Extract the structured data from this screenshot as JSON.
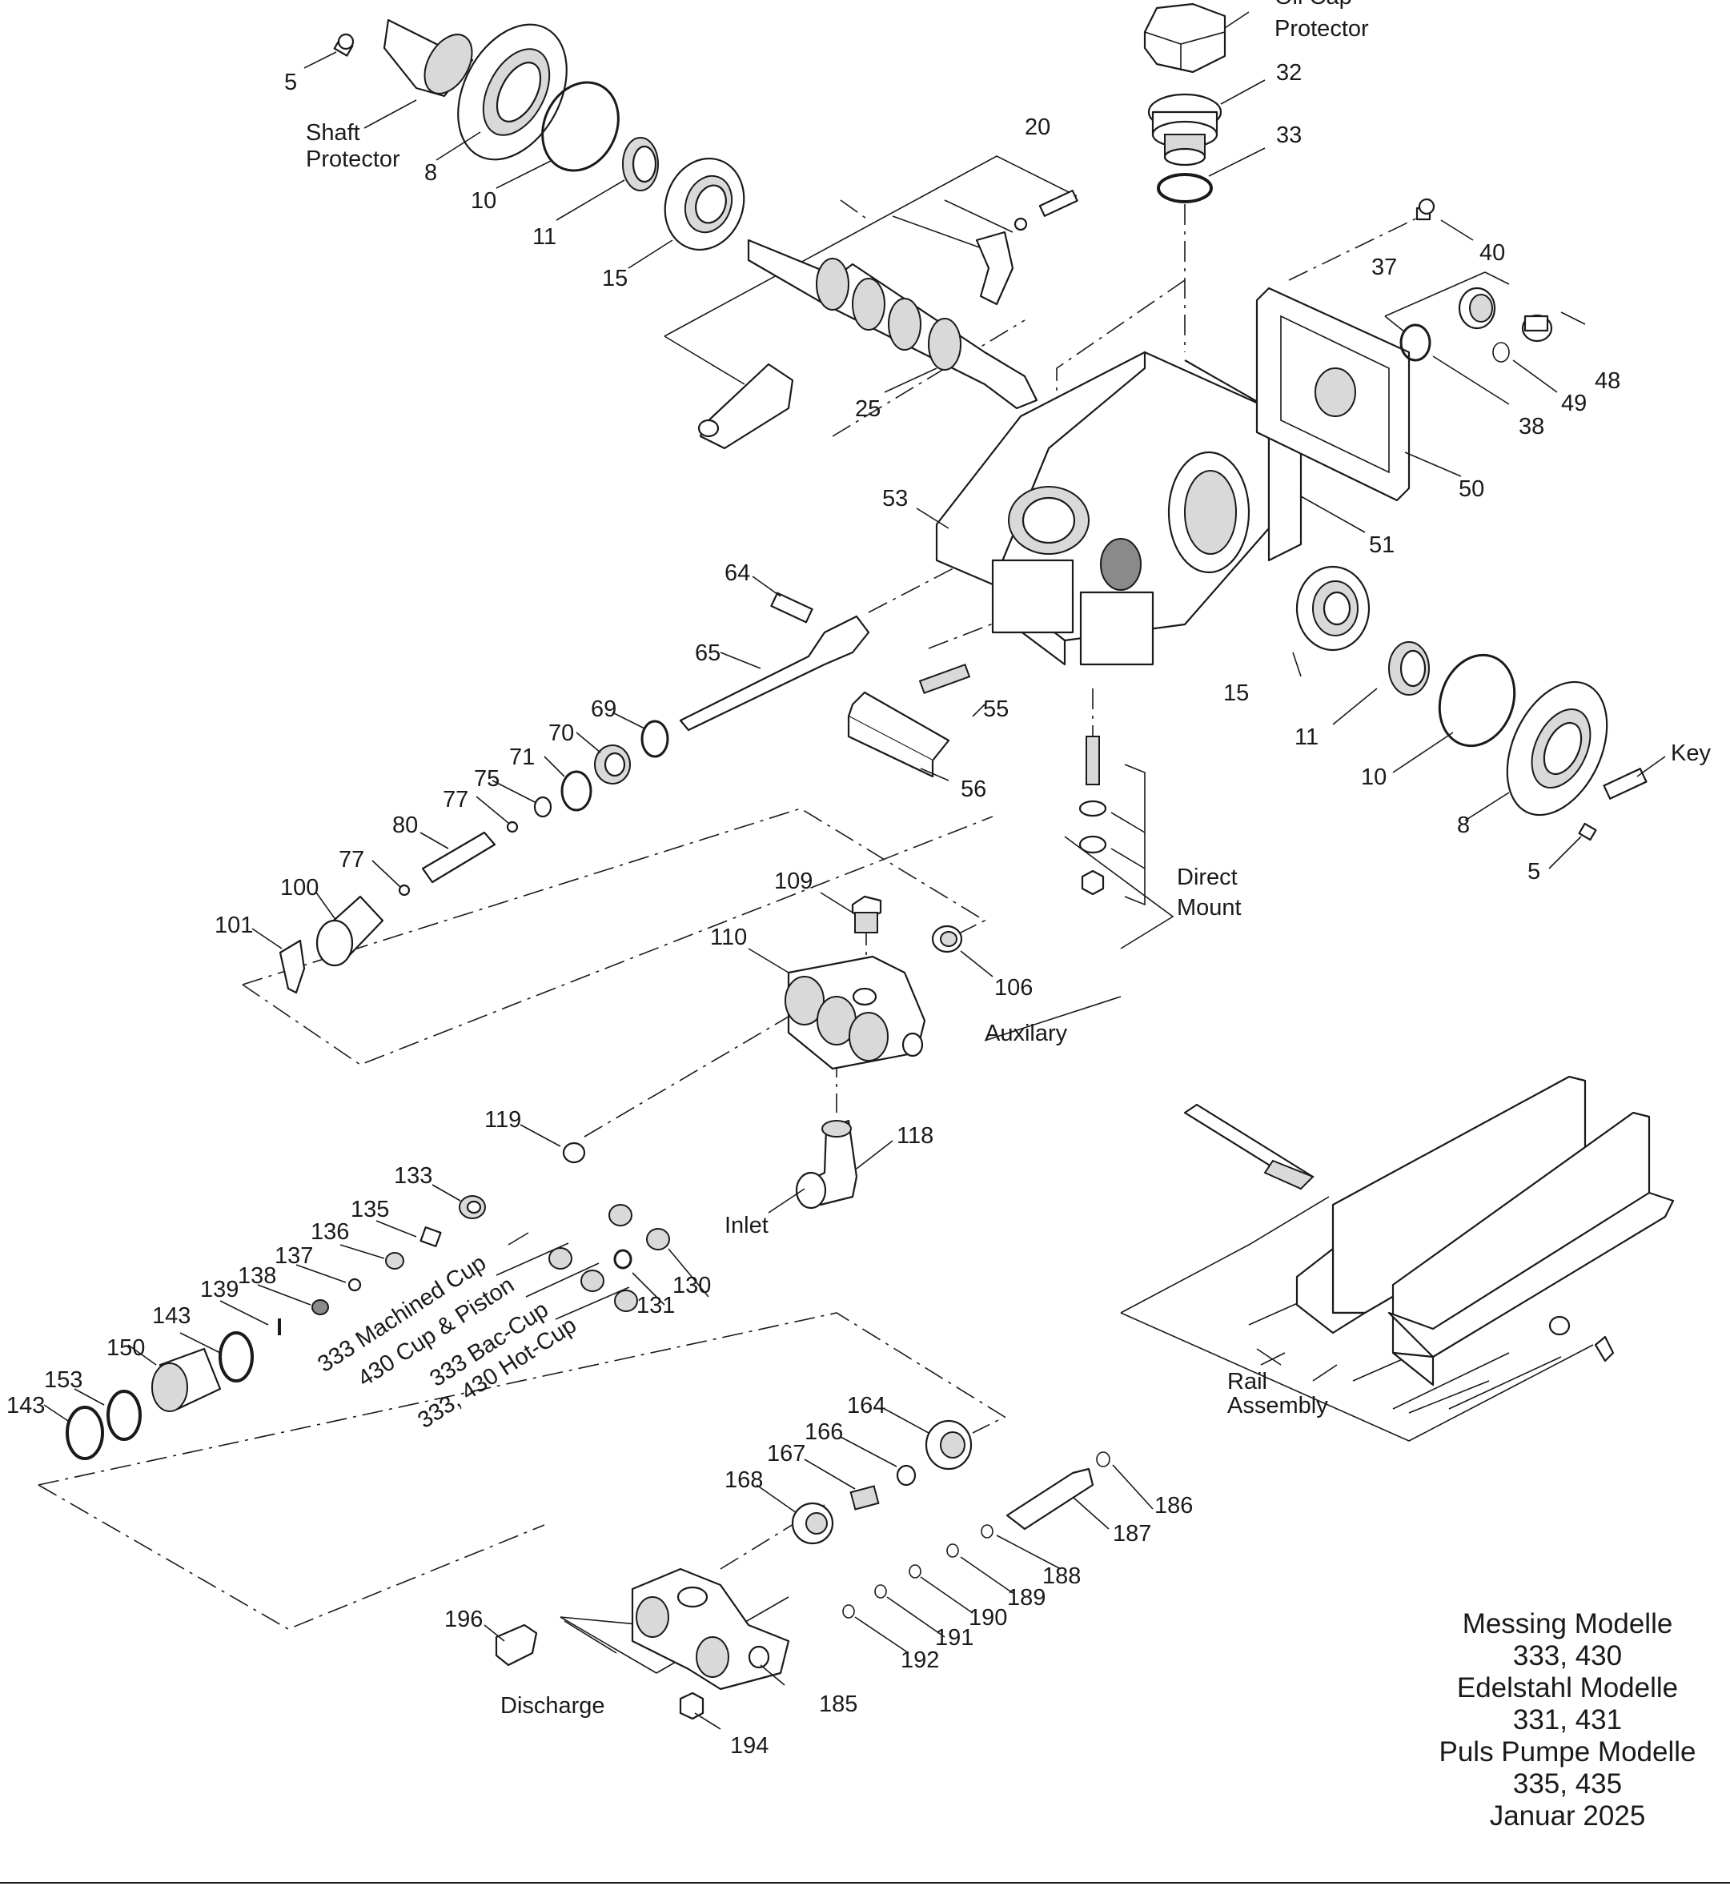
{
  "labels": {
    "p5a": "5",
    "shaft_protector_1": "Shaft",
    "shaft_protector_2": "Protector",
    "p8a": "8",
    "p10a": "10",
    "p11a": "11",
    "p15a": "15",
    "p20": "20",
    "p25": "25",
    "oil_cap_1": "Oil Cap",
    "oil_cap_2": "Protector",
    "p32": "32",
    "p33": "33",
    "p37": "37",
    "p38": "38",
    "p40": "40",
    "p48": "48",
    "p49": "49",
    "p50": "50",
    "p51": "51",
    "p53": "53",
    "p55": "55",
    "p56": "56",
    "p64": "64",
    "p65": "65",
    "p69": "69",
    "p70": "70",
    "p71": "71",
    "p75": "75",
    "p77a": "77",
    "p77b": "77",
    "p80": "80",
    "p100": "100",
    "p101": "101",
    "p15b": "15",
    "p11b": "11",
    "p10b": "10",
    "p8b": "8",
    "p5b": "5",
    "key": "Key",
    "direct_mount_1": "Direct",
    "direct_mount_2": "Mount",
    "p109": "109",
    "p110": "110",
    "p106": "106",
    "auxilary": "Auxilary",
    "p119": "119",
    "p118": "118",
    "inlet": "Inlet",
    "p133": "133",
    "p135": "135",
    "p136": "136",
    "p137": "137",
    "p138": "138",
    "p139": "139",
    "p143a": "143",
    "p150": "150",
    "p153": "153",
    "p143b": "143",
    "p130": "130",
    "p131": "131",
    "cup_machined": "333 Machined Cup",
    "cup_piston": "430 Cup & Piston",
    "bac_cup": "333 Bac-Cup",
    "hot_cup": "333, 430 Hot-Cup",
    "rail_1": "Rail",
    "rail_2": "Assembly",
    "p164": "164",
    "p166": "166",
    "p167": "167",
    "p168": "168",
    "p186": "186",
    "p187": "187",
    "p188": "188",
    "p189": "189",
    "p190": "190",
    "p191": "191",
    "p192": "192",
    "p196": "196",
    "discharge": "Discharge",
    "p185": "185",
    "p194": "194"
  },
  "models": {
    "line1": "Messing Modelle",
    "line2": "333, 430",
    "line3": "Edelstahl Modelle",
    "line4": "331, 431",
    "line5": "Puls Pumpe Modelle",
    "line6": "335, 435",
    "line7": "Januar 2025"
  }
}
